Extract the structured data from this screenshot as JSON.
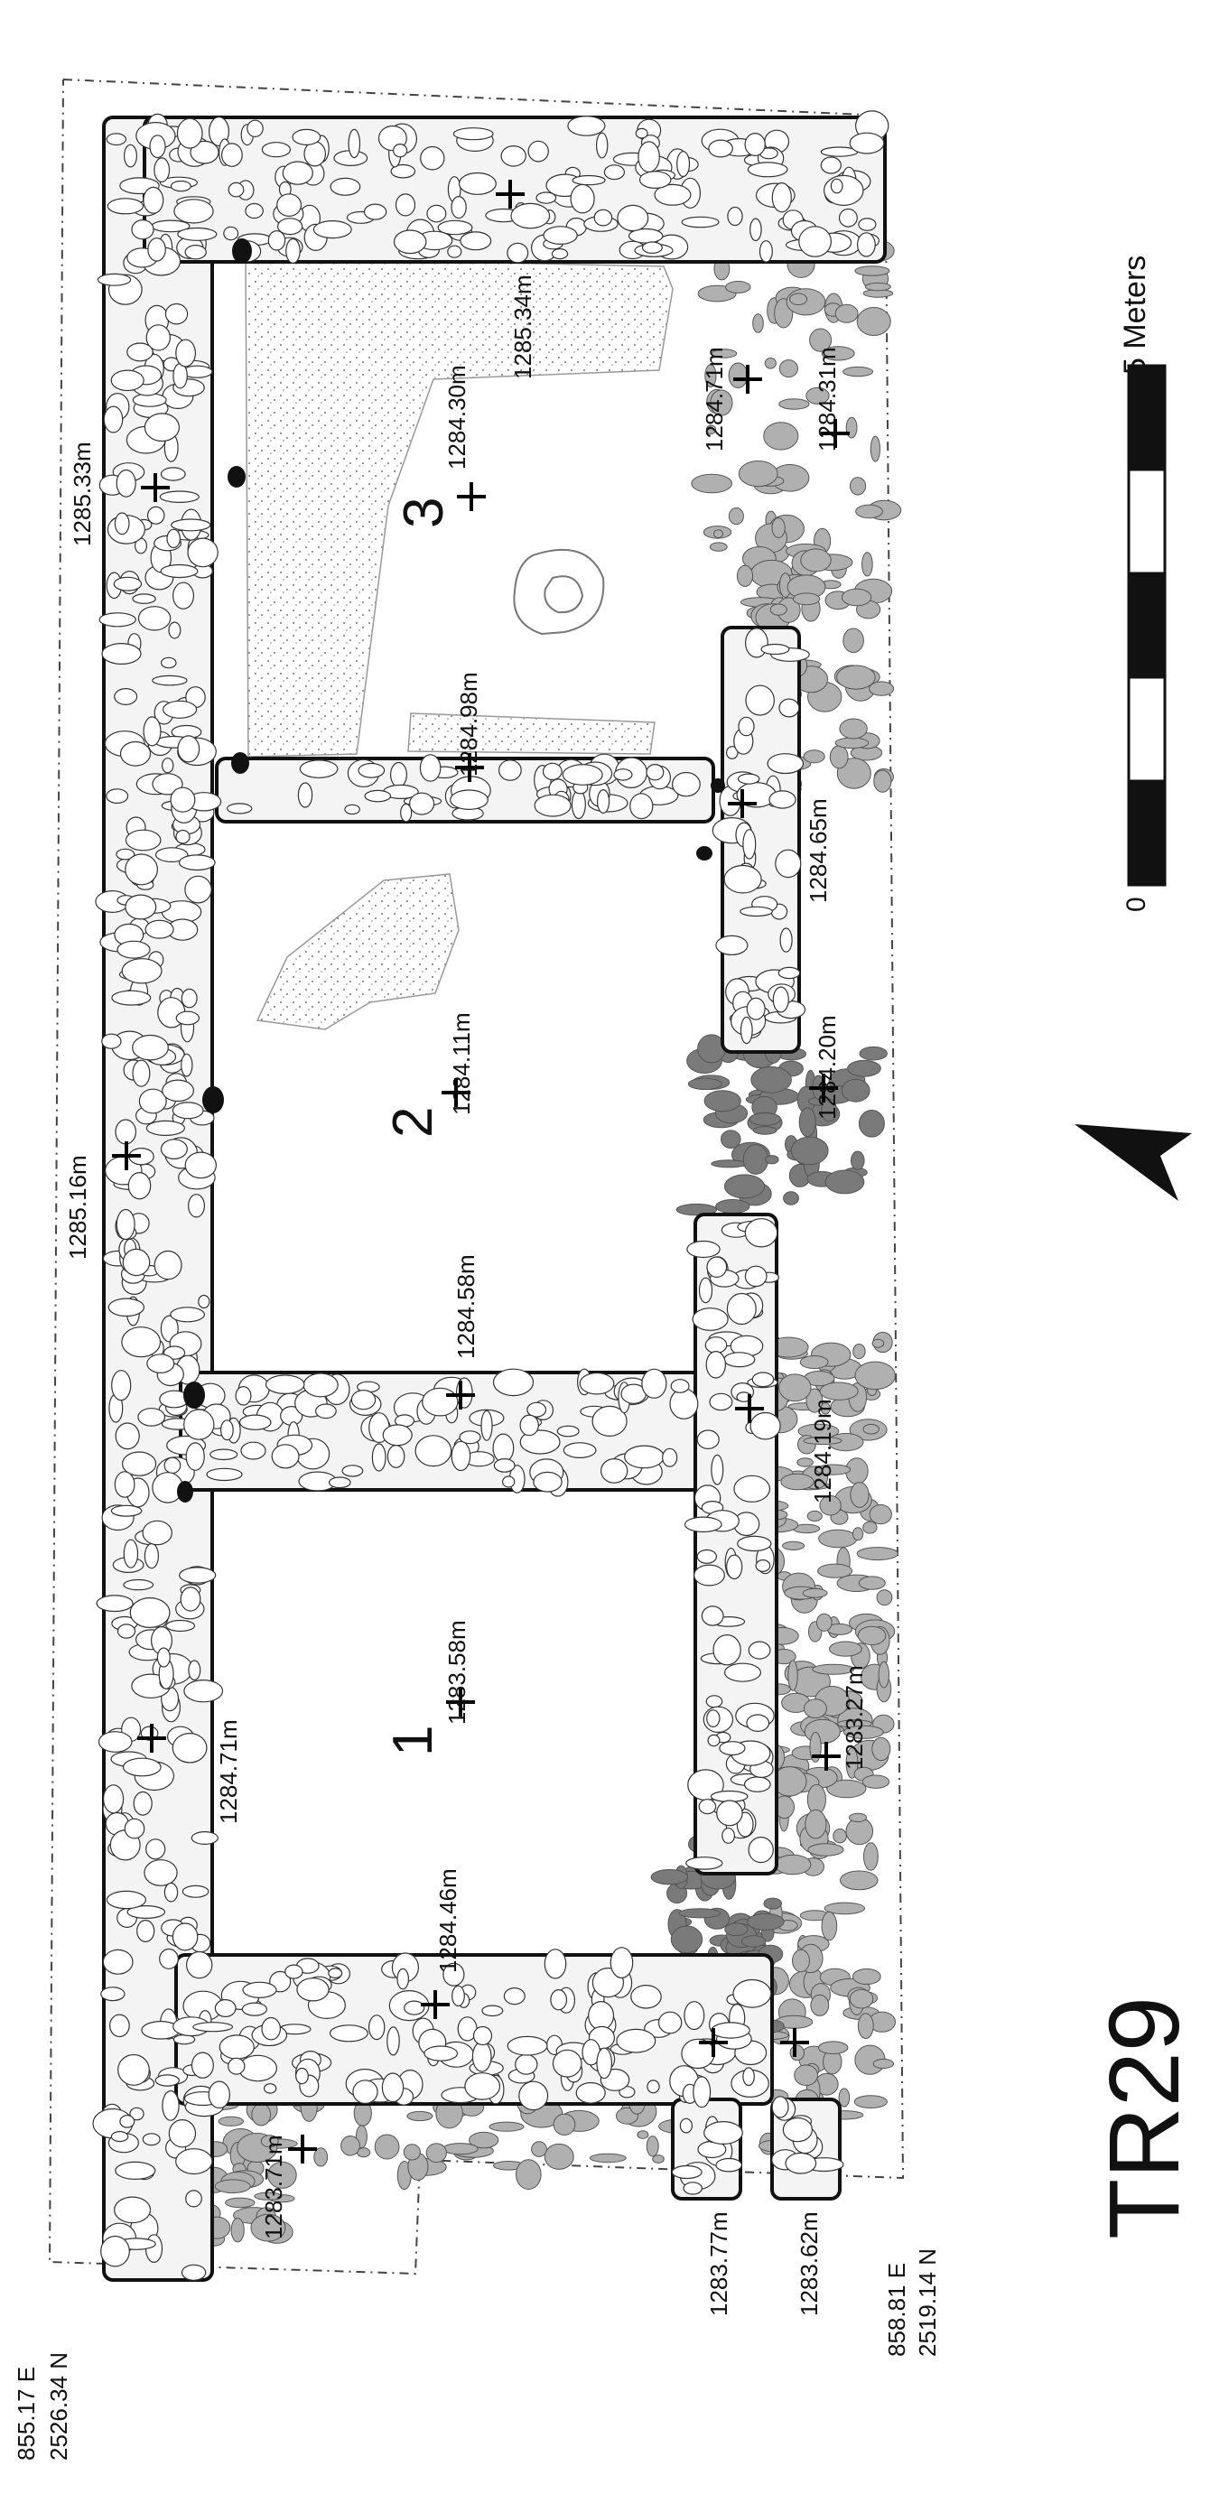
{
  "title": "TR29",
  "scale_bar": {
    "label": "5 Meters",
    "min_label": "0",
    "max_meters": 5,
    "segments": 5
  },
  "north_arrow": {
    "direction": "left"
  },
  "corners": {
    "bottom_left": {
      "easting": "855.17 E",
      "northing": "2526.34 N"
    },
    "bottom_right": {
      "easting": "858.81 E",
      "northing": "2519.14 N"
    }
  },
  "rooms": [
    {
      "number": "1"
    },
    {
      "number": "2"
    },
    {
      "number": "3"
    }
  ],
  "elevations": [
    "1285.33m",
    "1285.34m",
    "1284.30m",
    "1284.71m",
    "1284.31m",
    "1284.98m",
    "1284.65m",
    "1285.16m",
    "1284.11m",
    "1284.20m",
    "1284.58m",
    "1284.19m",
    "1283.58m",
    "1284.71m",
    "1283.27m",
    "1284.46m",
    "1283.71m",
    "1283.77m",
    "1283.62m"
  ],
  "colors": {
    "wall_outline": "#111111",
    "stone_fill": "#ffffff",
    "stone_outline": "#333333",
    "loose_stone": "#b0b0b0",
    "dark_stone": "#7a7a7a",
    "stipple": "#bdbdbd",
    "background": "#ffffff"
  }
}
